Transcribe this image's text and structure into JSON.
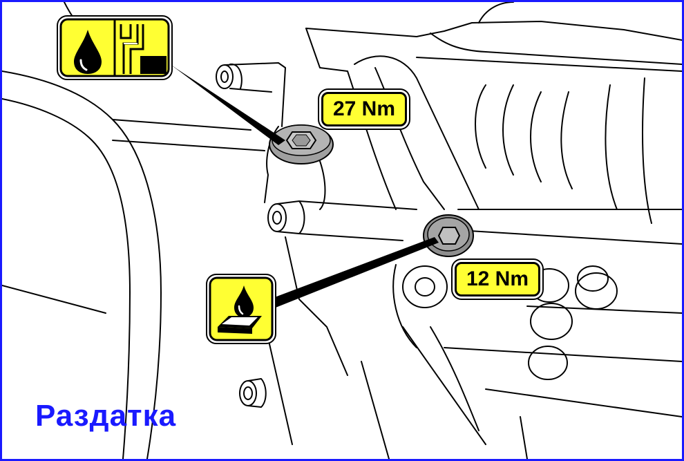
{
  "labels": {
    "torque_top": "27 Nm",
    "torque_bottom": "12 Nm",
    "caption": "Раздатка"
  },
  "colors": {
    "frame": "#1a1aff",
    "label_fill": "#ffff33",
    "caption": "#1a1aff",
    "plug": "#a0a0a0"
  },
  "icons": {
    "top": "oil-level-plug-icon",
    "bottom": "oil-drain-sealant-icon"
  }
}
